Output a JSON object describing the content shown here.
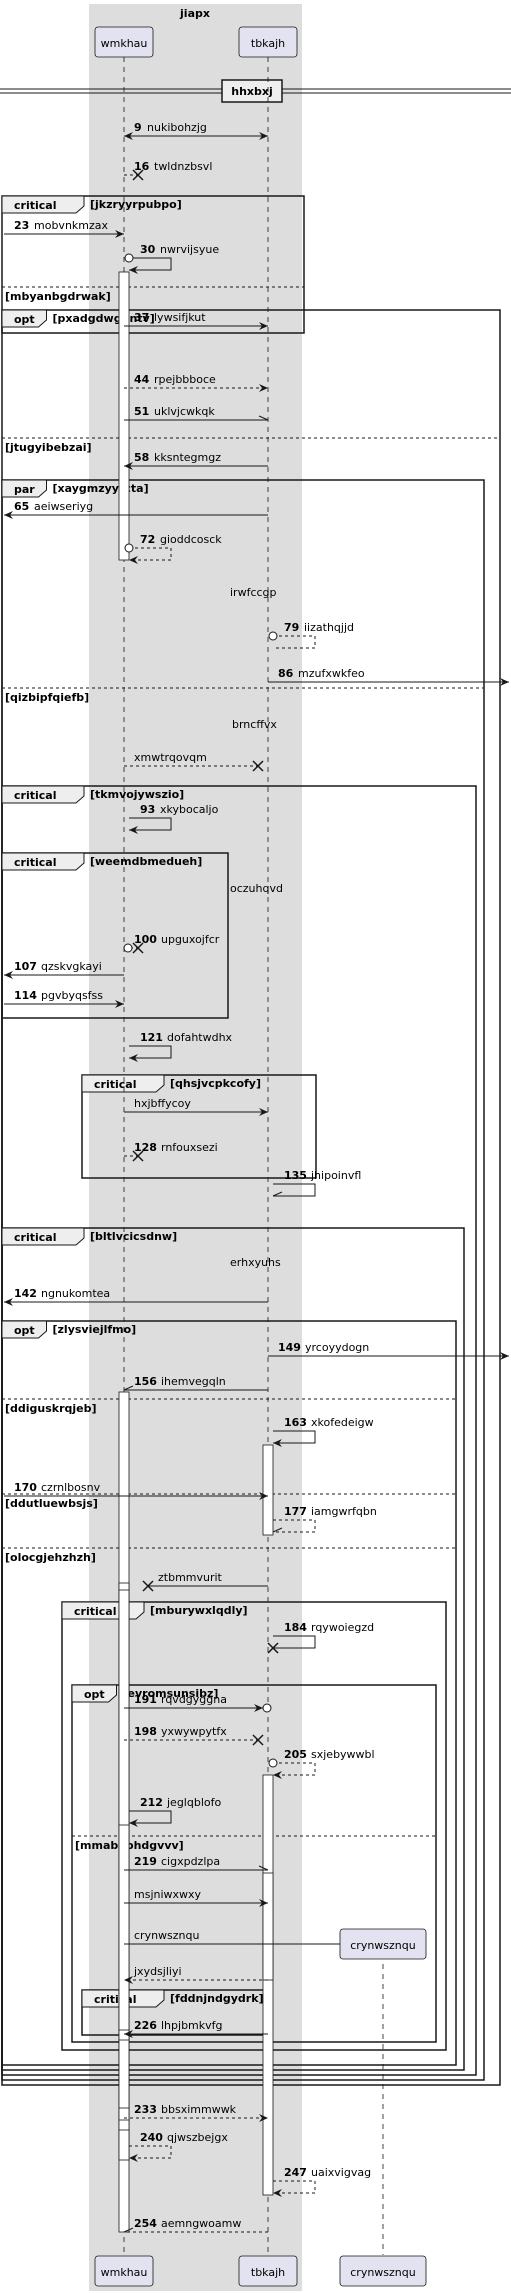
{
  "box": {
    "label": "jiapx",
    "color": "#dddddd"
  },
  "participants": [
    {
      "id": "wmkhau",
      "label": "wmkhau"
    },
    {
      "id": "tbkajh",
      "label": "tbkajh"
    },
    {
      "id": "crynwsznqu",
      "label": "crynwsznqu"
    }
  ],
  "divider": "hhxbxj",
  "colors": {
    "participant_fill": "#e2e2f0",
    "participant_border": "#181818",
    "line": "#181818"
  },
  "fragments": [
    {
      "kind": "critical",
      "guard": "[jkzryyrpubpo]"
    },
    {
      "kind": "",
      "guard": "[mbyanbgdrwak]"
    },
    {
      "kind": "opt",
      "guard": "[pxadgdwgdntv]"
    },
    {
      "kind": "",
      "guard": "[jtugyibebzai]"
    },
    {
      "kind": "par",
      "guard": "[xaygmzyyrcta]"
    },
    {
      "kind": "",
      "guard": "[qizbipfqiefb]"
    },
    {
      "kind": "critical",
      "guard": "[tkmvojywszio]"
    },
    {
      "kind": "critical",
      "guard": "[weemdbmedueh]"
    },
    {
      "kind": "critical",
      "guard": "[qhsjvcpkcofy]"
    },
    {
      "kind": "critical",
      "guard": "[bltlvcicsdnw]"
    },
    {
      "kind": "opt",
      "guard": "[zlysviejlfmo]"
    },
    {
      "kind": "",
      "guard": "[ddiguskrqjeb]"
    },
    {
      "kind": "",
      "guard": "[ddutluewbsjs]"
    },
    {
      "kind": "",
      "guard": "[olocgjehzhzh]"
    },
    {
      "kind": "critical",
      "guard": "[mburywxlqdly]"
    },
    {
      "kind": "opt",
      "guard": "[evromsunsibz]"
    },
    {
      "kind": "",
      "guard": "[mmabephdgvvv]"
    },
    {
      "kind": "critical",
      "guard": "[fddnjndgydrk]"
    }
  ],
  "messages": [
    {
      "num": "9",
      "text": "nukibohzjg"
    },
    {
      "num": "16",
      "text": "twldnzbsvl"
    },
    {
      "num": "23",
      "text": "mobvnkmzax"
    },
    {
      "num": "30",
      "text": "nwrvijsyue"
    },
    {
      "num": "37",
      "text": "lywsifjkut"
    },
    {
      "num": "44",
      "text": "rpejbbboce"
    },
    {
      "num": "51",
      "text": "uklvjcwkqk"
    },
    {
      "num": "58",
      "text": "kksntegmgz"
    },
    {
      "num": "65",
      "text": "aeiwseriyg"
    },
    {
      "num": "72",
      "text": "gioddcosck"
    },
    {
      "num": "",
      "text": "irwfccgp"
    },
    {
      "num": "79",
      "text": "iizathqjjd"
    },
    {
      "num": "86",
      "text": "mzufxwkfeo"
    },
    {
      "num": "",
      "text": "brncffvx"
    },
    {
      "num": "",
      "text": "xmwtrqovqm"
    },
    {
      "num": "93",
      "text": "xkybocaljo"
    },
    {
      "num": "",
      "text": "oczuhqvd"
    },
    {
      "num": "100",
      "text": "upguxojfcr"
    },
    {
      "num": "107",
      "text": "qzskvgkayi"
    },
    {
      "num": "114",
      "text": "pgvbyqsfss"
    },
    {
      "num": "121",
      "text": "dofahtwdhx"
    },
    {
      "num": "",
      "text": "hxjbffycoy"
    },
    {
      "num": "128",
      "text": "rnfouxsezi"
    },
    {
      "num": "135",
      "text": "jhipoinvfl"
    },
    {
      "num": "",
      "text": "erhxyuhs"
    },
    {
      "num": "142",
      "text": "ngnukomtea"
    },
    {
      "num": "149",
      "text": "yrcoyydogn"
    },
    {
      "num": "156",
      "text": "ihemvegqln"
    },
    {
      "num": "163",
      "text": "xkofedeigw"
    },
    {
      "num": "170",
      "text": "czrnlbosnv"
    },
    {
      "num": "177",
      "text": "iamgwrfqbn"
    },
    {
      "num": "",
      "text": "ztbmmvurit"
    },
    {
      "num": "184",
      "text": "rqywoiegzd"
    },
    {
      "num": "191",
      "text": "rqvdgyggna"
    },
    {
      "num": "198",
      "text": "yxwywpytfx"
    },
    {
      "num": "205",
      "text": "sxjebywwbl"
    },
    {
      "num": "212",
      "text": "jeglqblofo"
    },
    {
      "num": "219",
      "text": "cigxpdzlpa"
    },
    {
      "num": "",
      "text": "msjniwxwxy"
    },
    {
      "num": "",
      "text": "crynwsznqu"
    },
    {
      "num": "",
      "text": "jxydsjliyi"
    },
    {
      "num": "226",
      "text": "lhpjbmkvfg"
    },
    {
      "num": "233",
      "text": "bbsximmwwk"
    },
    {
      "num": "240",
      "text": "qjwszbejgx"
    },
    {
      "num": "247",
      "text": "uaixvigvag"
    },
    {
      "num": "254",
      "text": "aemngwoamw"
    }
  ]
}
